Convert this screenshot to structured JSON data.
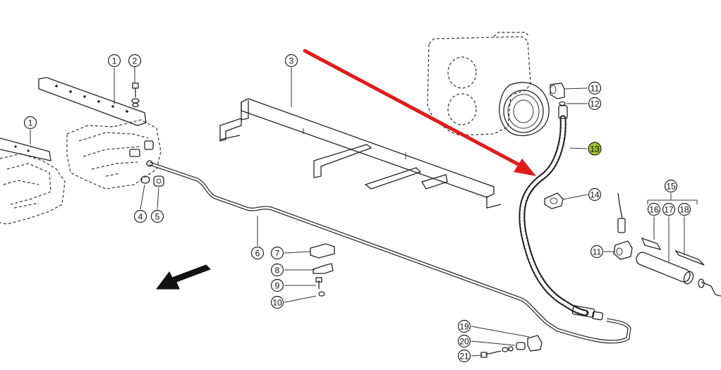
{
  "diagram": {
    "accent_color": "#e01b1b",
    "highlight_color": "#9bbf2a",
    "callouts": [
      {
        "id": "c1a",
        "label": "1"
      },
      {
        "id": "c2",
        "label": "2"
      },
      {
        "id": "c1b",
        "label": "1"
      },
      {
        "id": "c3",
        "label": "3"
      },
      {
        "id": "c4",
        "label": "4"
      },
      {
        "id": "c5",
        "label": "5"
      },
      {
        "id": "c6",
        "label": "6"
      },
      {
        "id": "c7",
        "label": "7"
      },
      {
        "id": "c8",
        "label": "8"
      },
      {
        "id": "c9",
        "label": "9"
      },
      {
        "id": "c10",
        "label": "10"
      },
      {
        "id": "c11a",
        "label": "11"
      },
      {
        "id": "c12",
        "label": "12"
      },
      {
        "id": "c13",
        "label": "13"
      },
      {
        "id": "c14",
        "label": "14"
      },
      {
        "id": "c15",
        "label": "15"
      },
      {
        "id": "c16",
        "label": "16"
      },
      {
        "id": "c17",
        "label": "17"
      },
      {
        "id": "c18",
        "label": "18"
      },
      {
        "id": "c11b",
        "label": "11"
      },
      {
        "id": "c19",
        "label": "19"
      },
      {
        "id": "c20",
        "label": "20"
      },
      {
        "id": "c21",
        "label": "21"
      }
    ]
  }
}
